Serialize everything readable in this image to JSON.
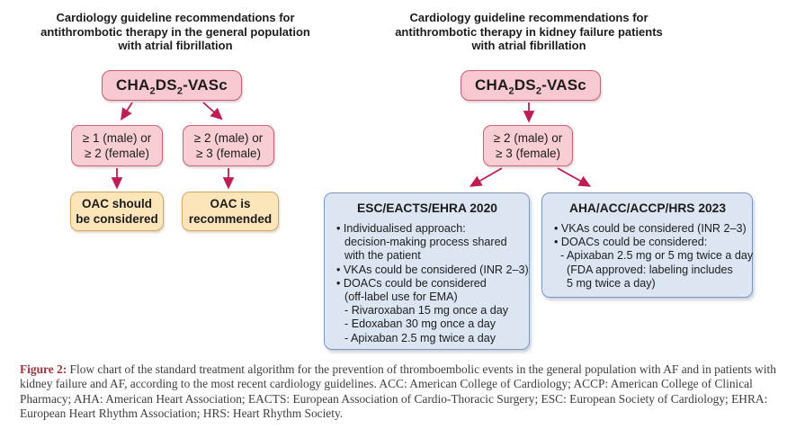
{
  "colors": {
    "pink_fill": "#f9cdd4",
    "pink_border": "#cb6174",
    "orange_fill": "#fce5b9",
    "orange_border": "#d9a667",
    "blue_fill": "#dce6f2",
    "blue_border": "#7b97bf",
    "arrow": "#c01d56",
    "caption_label_color": "#a23440",
    "caption_text_color": "#3e3d40"
  },
  "left_chart": {
    "title_lines": [
      "Cardiology guideline recommendations for",
      "antithrombotic therapy in the general population",
      "with atrial fibrillation"
    ],
    "score_box": {
      "seg1": "CHA",
      "sub1": "2",
      "seg2": "DS",
      "sub2": "2",
      "seg3": "-VASc"
    },
    "branch_low": {
      "line1": "≥ 1 (male) or",
      "line2": "≥ 2 (female)"
    },
    "branch_high": {
      "line1": "≥ 2 (male) or",
      "line2": "≥ 3 (female)"
    },
    "outcome_low": {
      "line1": "OAC should",
      "line2": "be considered"
    },
    "outcome_high": {
      "line1": "OAC is",
      "line2": "recommended"
    }
  },
  "right_chart": {
    "title_lines": [
      "Cardiology guideline recommendations for",
      "antithrombotic therapy in kidney failure patients",
      "with atrial fibrillation"
    ],
    "score_box": {
      "seg1": "CHA",
      "sub1": "2",
      "seg2": "DS",
      "sub2": "2",
      "seg3": "-VASc"
    },
    "branch": {
      "line1": "≥ 2 (male) or",
      "line2": "≥ 3 (female)"
    },
    "esc_box": {
      "title": "ESC/EACTS/EHRA 2020",
      "lines": [
        "• Individualised approach:",
        "decision-making process shared",
        "with the patient",
        "• VKAs could be considered (INR 2–3)",
        "• DOACs could be considered",
        "(off-label use for EMA)",
        "- Rivaroxaban 15 mg once a day",
        "- Edoxaban 30 mg once a day",
        "- Apixaban 2.5 mg twice a day"
      ]
    },
    "aha_box": {
      "title": "AHA/ACC/ACCP/HRS 2023",
      "lines": [
        "• VKAs could be considered (INR 2–3)",
        "• DOACs could be considered:",
        "- Apixaban 2.5 mg or 5 mg twice a day",
        "(FDA approved: labeling includes",
        "5 mg twice a day)"
      ]
    }
  },
  "caption": {
    "label": "Figure 2:",
    "text": " Flow chart of the standard treatment algorithm for the prevention of thromboembolic events in the general population with AF and in patients with kidney failure and AF, according to the most recent cardiology guidelines. ACC: American College of Cardiology; ACCP: American College of Clinical Pharmacy; AHA: American Heart Association; EACTS: European Association of Cardio-Thoracic Surgery; ESC: European Society of Cardiology; EHRA: European Heart Rhythm Association; HRS: Heart Rhythm Society."
  }
}
